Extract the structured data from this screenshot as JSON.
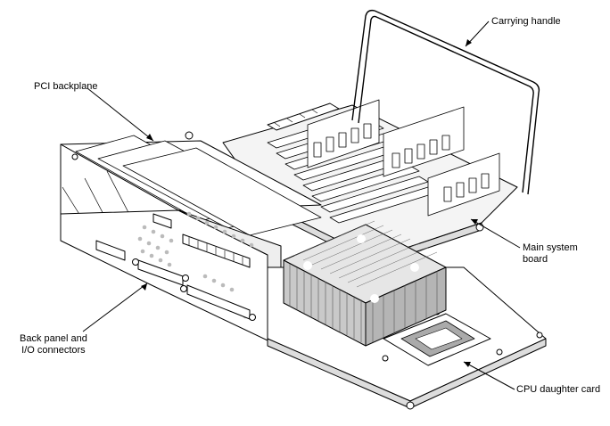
{
  "labels": {
    "carrying_handle": "Carrying handle",
    "pci_backplane": "PCI backplane",
    "main_board_line1": "Main system",
    "main_board_line2": "board",
    "back_panel_line1": "Back panel and",
    "back_panel_line2": "I/O connectors",
    "cpu_card": "CPU daughter card"
  },
  "colors": {
    "line": "#000000",
    "card_fill": "#ffffff",
    "heatsink_fill": "#c8c8c8",
    "board_fill": "#f2f2f2"
  }
}
